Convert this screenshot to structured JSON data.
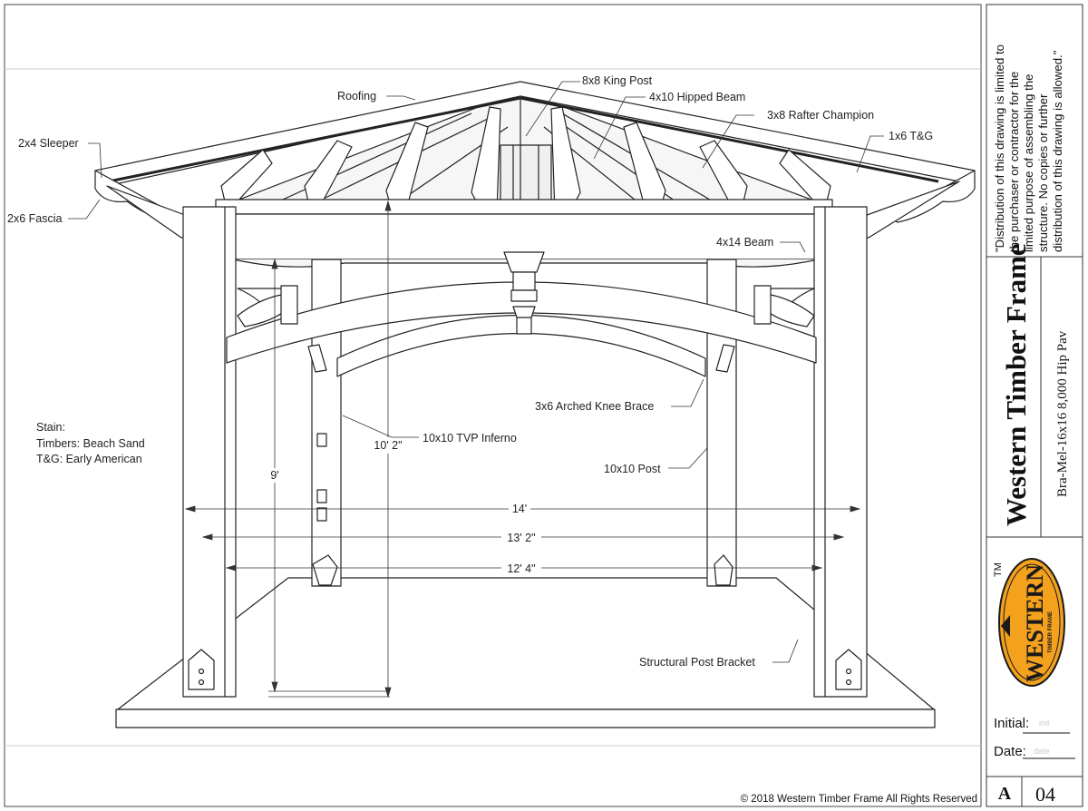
{
  "labels": {
    "roofing": "Roofing",
    "king_post": "8x8 King Post",
    "hipped_beam": "4x10 Hipped Beam",
    "rafter_champion": "3x8 Rafter Champion",
    "sleeper": "2x4 Sleeper",
    "tg": "1x6 T&G",
    "fascia": "2x6 Fascia",
    "beam": "4x14 Beam",
    "knee_brace": "3x6 Arched Knee Brace",
    "tvp": "10x10 TVP Inferno",
    "post": "10x10 Post",
    "post_bracket": "Structural Post Bracket"
  },
  "stain": {
    "title": "Stain:",
    "timbers": "Timbers: Beach Sand",
    "tg": "T&G: Early American"
  },
  "dimensions": {
    "post_height": "9'",
    "peak_height": "10' 2\"",
    "overall_width": "14'",
    "post_outside": "13' 2\"",
    "post_inside": "12' 4\""
  },
  "title_block": {
    "disclaimer": [
      "\"Distribution of this drawing is limited to",
      "the purchaser or contractor for the",
      "limited purpose of assembling the",
      "structure.  No copies or further",
      "distribution of this drawing is allowed.\""
    ],
    "company": "Western Timber Frame",
    "drawing_name": "Bra-Mel-16x16 8,000 Hip Pav",
    "tm": "TM",
    "logo_word": "WESTERN",
    "logo_sub": "TIMBER FRAME",
    "initial_label": "Initial:",
    "initial_value": "init",
    "date_label": "Date:",
    "date_value": "date",
    "sheet_letter": "A",
    "sheet_number": "04"
  },
  "copyright": "© 2018 Western Timber Frame All Rights Reserved",
  "colors": {
    "logo_orange": "#F4A21E",
    "logo_dark": "#1a1a1a",
    "line": "#222222"
  }
}
